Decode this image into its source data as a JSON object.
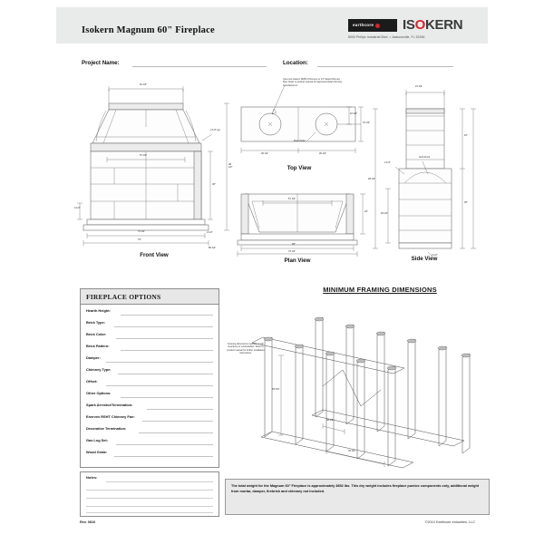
{
  "header": {
    "title": "Isokern Magnum 60\" Fireplace",
    "logo_mark_text": "earthcore",
    "logo_word_1": "IS",
    "logo_word_dot": "O",
    "logo_word_2": "KERN",
    "logo_address": "8000 Philips Industrial Blvd. • Jacksonville, FL 32256"
  },
  "project_row": {
    "project_label": "Project Name:",
    "location_label": "Location:"
  },
  "views": {
    "front": {
      "label": "Front View",
      "dims": {
        "top_width": "62 1/4\"",
        "opening_width": "57 1/4\"",
        "overall_height": "48 1/2\"",
        "firebox_height": "30\"",
        "hearth_thickness": "4 1/2\"",
        "base_width": "75 1/2\"",
        "base_width2": "76\"",
        "outer_width": "80 1/2\"",
        "side_note": "2 1/4\" typ.",
        "edge": "2 1/2\""
      }
    },
    "top": {
      "label": "Top View",
      "note": "Uses two Isokern DM54 Chimneys or 14\" Metal Chimney Pipe. Refer to product manual for approved Metal Chimney manufacturers.",
      "flue_label": "Flue Outlet",
      "dims": {
        "left_width": "36 1/2\"",
        "right_width": "36 1/2\"",
        "depth": "21 1/2\"",
        "inset": "10 1/2\""
      }
    },
    "plan": {
      "label": "Plan View",
      "dims": {
        "inner_width": "57 1/4\"",
        "depth": "22\"",
        "front_width": "68\"",
        "overall_width": "76 1/2\""
      }
    },
    "side": {
      "label": "Side View",
      "dims": {
        "top_depth": "21 1/2\"",
        "overall_height": "48 1/2\"",
        "chimney_height": "16\"",
        "firebox_height": "30\"",
        "hearth": "18 1/2\"",
        "offset": "2 1/4\"",
        "base": "2 1/2\"",
        "arch_note": "Arch Front"
      }
    }
  },
  "options": {
    "heading": "FIREPLACE OPTIONS",
    "items": [
      "Hearth Height:",
      "Brick Type:",
      "Brick Color:",
      "Brick Pattern:",
      "Damper:",
      "Chimney Type:",
      "Offset:",
      "Other Options:",
      "Spark Arrestor/Termination:",
      "Enervex RSHT Chimney Fan:",
      "Decorative Termination:",
      "Gas Log Set:",
      "Wood Grate:"
    ],
    "notes_label": "Notes:"
  },
  "framing": {
    "title": "MINIMUM FRAMING DIMENSIONS",
    "note": "Framing dimensions maintain 1 1/2\" clearance to combustibles. Refer to  product manual for further installation instructions.",
    "dims": {
      "height": "60\"-84\"",
      "depth": "28 1/2\"",
      "width": "78 1/2\""
    }
  },
  "weight_note": "The total weight for the Magnum 60\" Fireplace is approximately 3852 lbs. This dry weight includes fireplace pumice components only, additional weight from mortar, damper, firebrick and chimney not included.",
  "footer": {
    "revision": "Rev. 0810",
    "copyright": "©2010 Earthcore Industries, LLC"
  }
}
